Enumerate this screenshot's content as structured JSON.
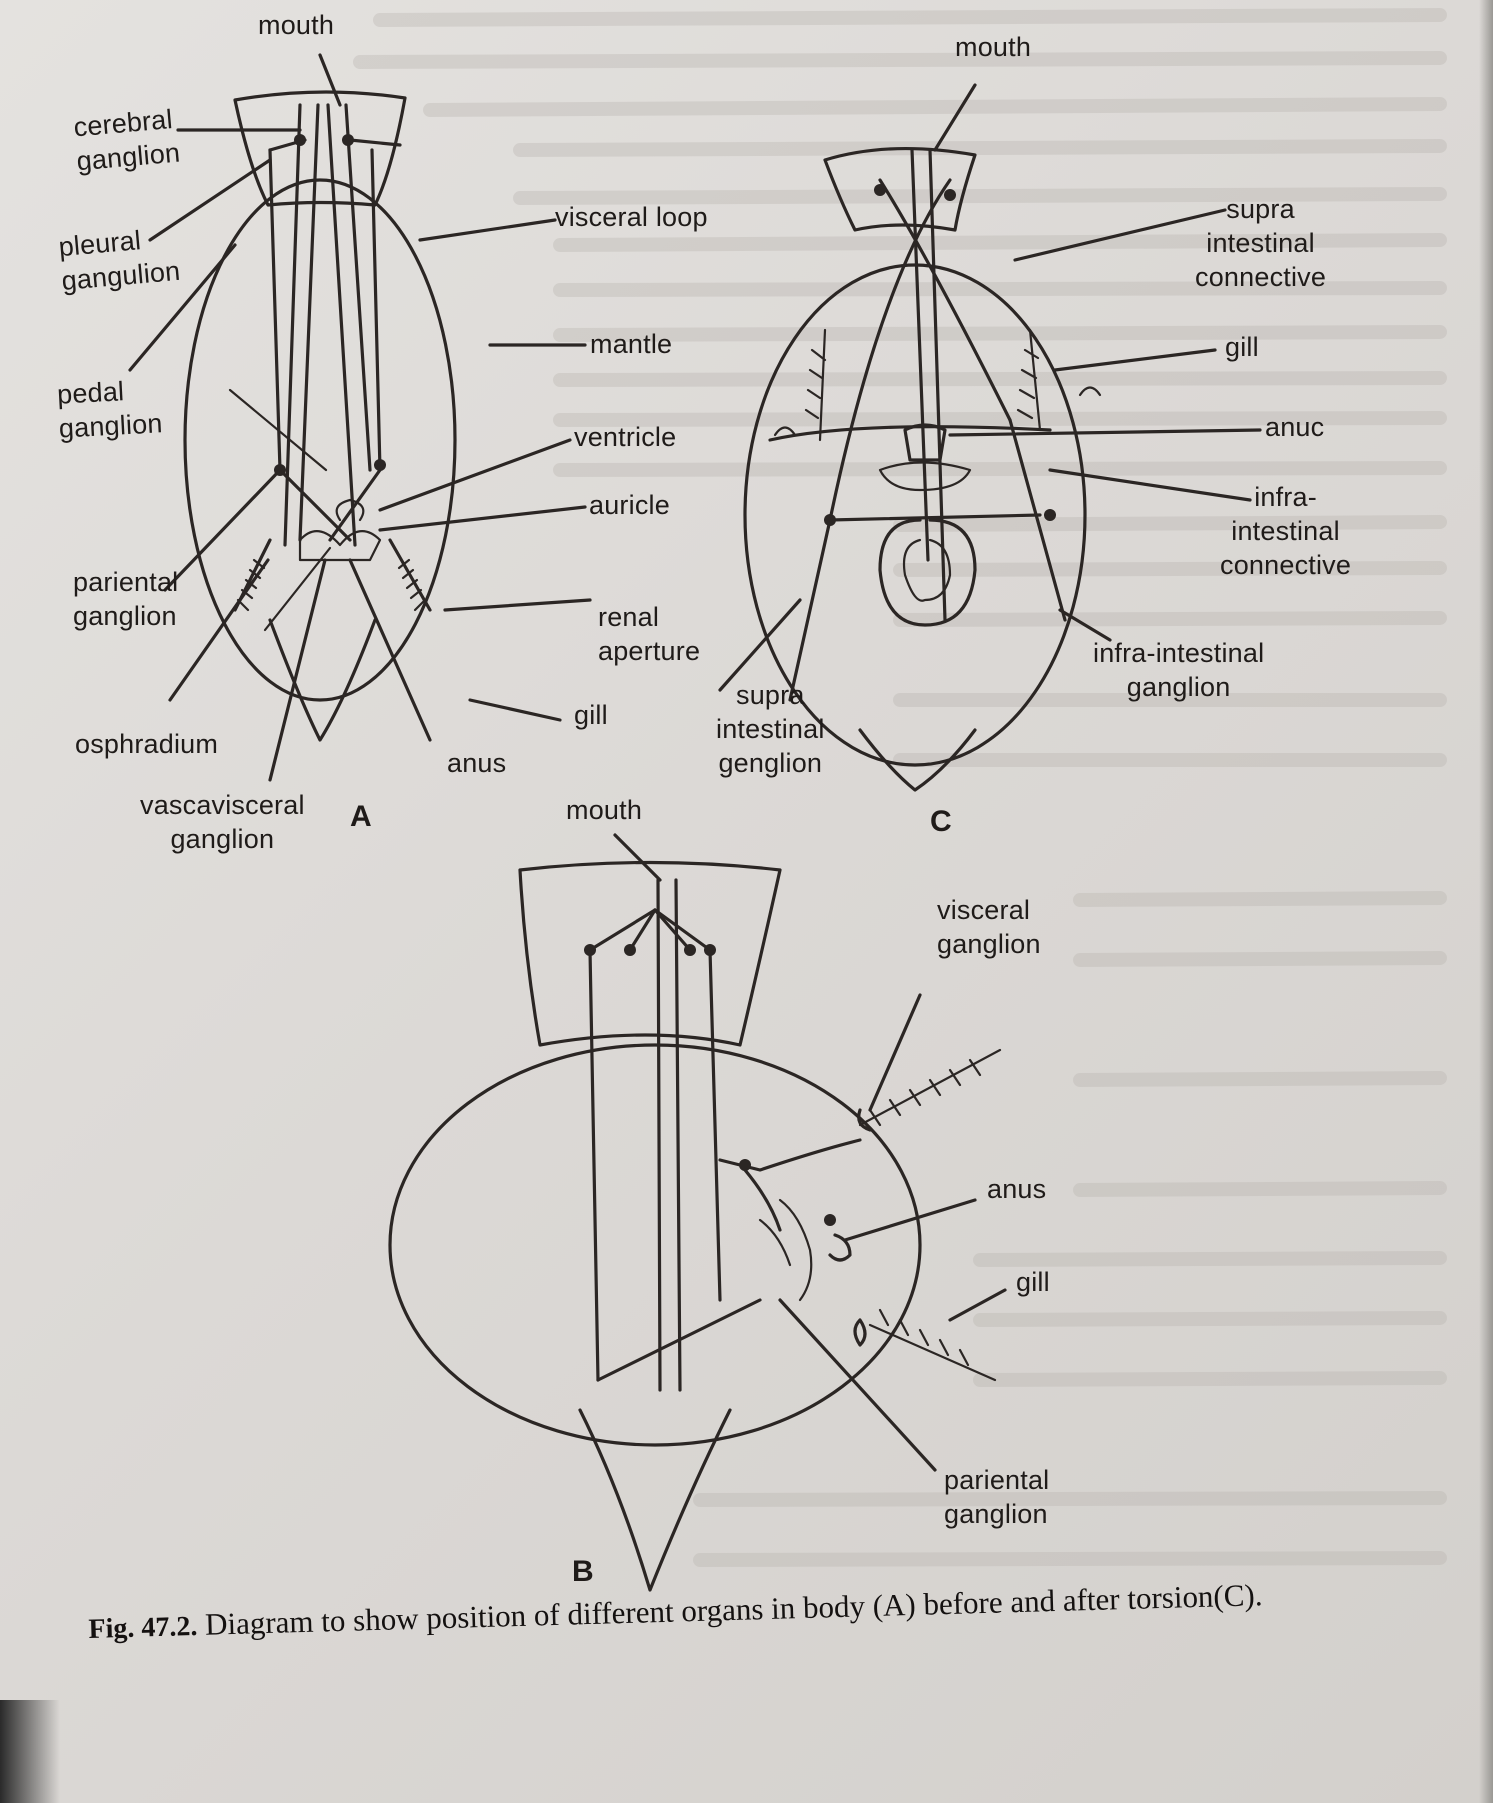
{
  "labels": {
    "a_mouth": "mouth",
    "a_cerebral": "cerebral\nganglion",
    "a_pleural": "pleural\ngangulion",
    "a_pedal": "pedal\nganglion",
    "a_visceral_loop": "visceral loop",
    "a_mantle": "mantle",
    "a_ventricle": "ventricle",
    "a_auricle": "auricle",
    "a_pariental": "pariental\nganglion",
    "a_renal": "renal\naperture",
    "a_osphradium": "osphradium",
    "a_gill": "gill",
    "a_anus": "anus",
    "a_vascavisceral": "vascavisceral\nganglion",
    "c_mouth": "mouth",
    "c_supra_conn": "supra\nintestinal\nconnective",
    "c_gill": "gill",
    "c_anus": "anuc",
    "c_infra_conn": "infra-\nintestinal\nconnective",
    "c_infra_ganglion": "infra-intestinal\nganglion",
    "c_supra_genglion": "supra\nintestinal\ngenglion",
    "b_mouth": "mouth",
    "b_visceral_ganglion": "visceral\nganglion",
    "b_anus": "anus",
    "b_gill": "gill",
    "b_pariental": "pariental\nganglion"
  },
  "figure_letters": {
    "a": "A",
    "b": "B",
    "c": "C"
  },
  "caption": {
    "fig_number": "Fig. 47.2.",
    "text": "Diagram to show position of different organs in body (A) before and after torsion(C)."
  },
  "colors": {
    "ink": "#2b2624",
    "paper": "#dedbd8"
  }
}
